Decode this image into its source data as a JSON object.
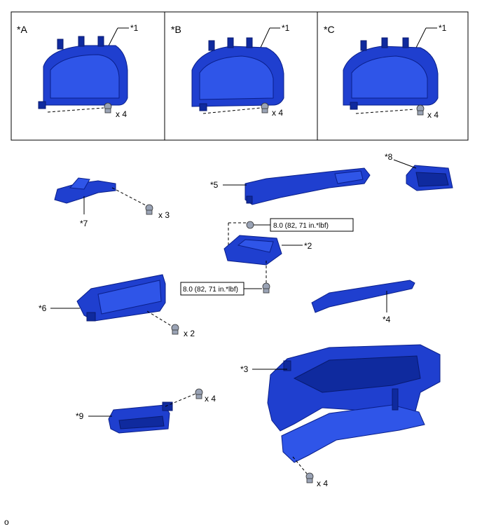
{
  "panels": {
    "a": {
      "variant": "*A",
      "part": "*1",
      "qty": "x 4"
    },
    "b": {
      "variant": "*B",
      "part": "*1",
      "qty": "x 4"
    },
    "c": {
      "variant": "*C",
      "part": "*1",
      "qty": "x 4"
    }
  },
  "parts": {
    "p2": "*2",
    "p3": "*3",
    "p4": "*4",
    "p5": "*5",
    "p6": "*6",
    "p7": "*7",
    "p8": "*8",
    "p9": "*9"
  },
  "quantities": {
    "q7": "x 3",
    "q6": "x 2",
    "q9": "x 4",
    "q3": "x 4"
  },
  "torque": {
    "upper": "8.0 (82, 71 in.*lbf)",
    "lower": "8.0 (82, 71 in.*lbf)"
  },
  "footer": {
    "code": "o"
  },
  "colors": {
    "part_blue": "#1f3fcf"
  }
}
